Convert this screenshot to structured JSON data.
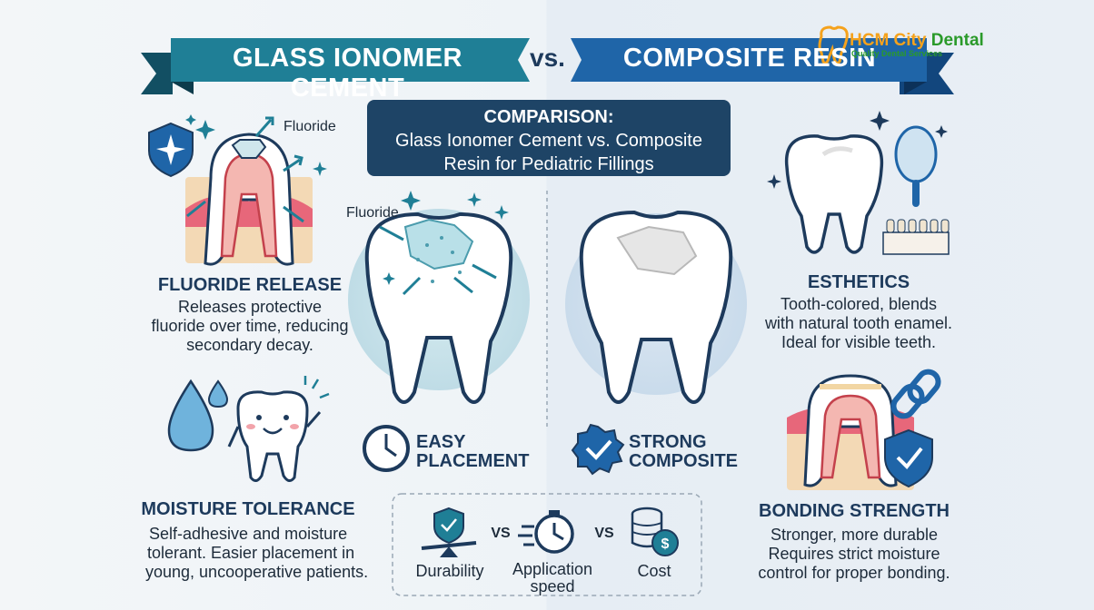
{
  "header": {
    "left_title": "GLASS IONOMER CEMENT",
    "vs": "vs.",
    "right_title": "COMPOSITE RESIN"
  },
  "brand": {
    "name_part1": "HCM City",
    "name_part2": "Dental",
    "tagline": "Quality Dental Services",
    "colors": {
      "orange": "#f5a21c",
      "green": "#2a9a2a"
    }
  },
  "comparison_box": {
    "line1": "COMPARISON:",
    "line2": "Glass Ionomer Cement vs. Composite",
    "line3": "Resin for Pediatric Fillings"
  },
  "features": {
    "fluoride_release": {
      "icon_label": "Fluoride",
      "title": "FLUORIDE RELEASE",
      "lines": [
        "Releases protective",
        "fluoride over time, reducing",
        "secondary decay."
      ]
    },
    "moisture_tolerance": {
      "title": "MOISTURE TOLERANCE",
      "lines": [
        "Self-adhesive and moisture",
        "tolerant. Easier placement in",
        "young, uncooperative patients."
      ]
    },
    "esthetics": {
      "title": "ESTHETICS",
      "lines": [
        "Tooth-colored, blends",
        "with natural tooth enamel.",
        "Ideal for visible teeth."
      ]
    },
    "bonding_strength": {
      "title": "BONDING STRENGTH",
      "lines": [
        "Stronger, more durable",
        "Requires strict moisture",
        "control for proper bonding."
      ]
    }
  },
  "center": {
    "tooth_label": "Fluoride",
    "easy_placement": [
      "EASY",
      "PLACEMENT"
    ],
    "strong_composite": [
      "STRONG",
      "COMPOSITE"
    ]
  },
  "bottom_compare": {
    "durability": "Durability",
    "vs1": "VS",
    "application_speed": [
      "Application",
      "speed"
    ],
    "vs2": "VS",
    "cost": "Cost"
  },
  "colors": {
    "navy": "#1d3a5c",
    "teal": "#1f7f96",
    "blue": "#1f65a8",
    "gum": "#e7677a"
  }
}
